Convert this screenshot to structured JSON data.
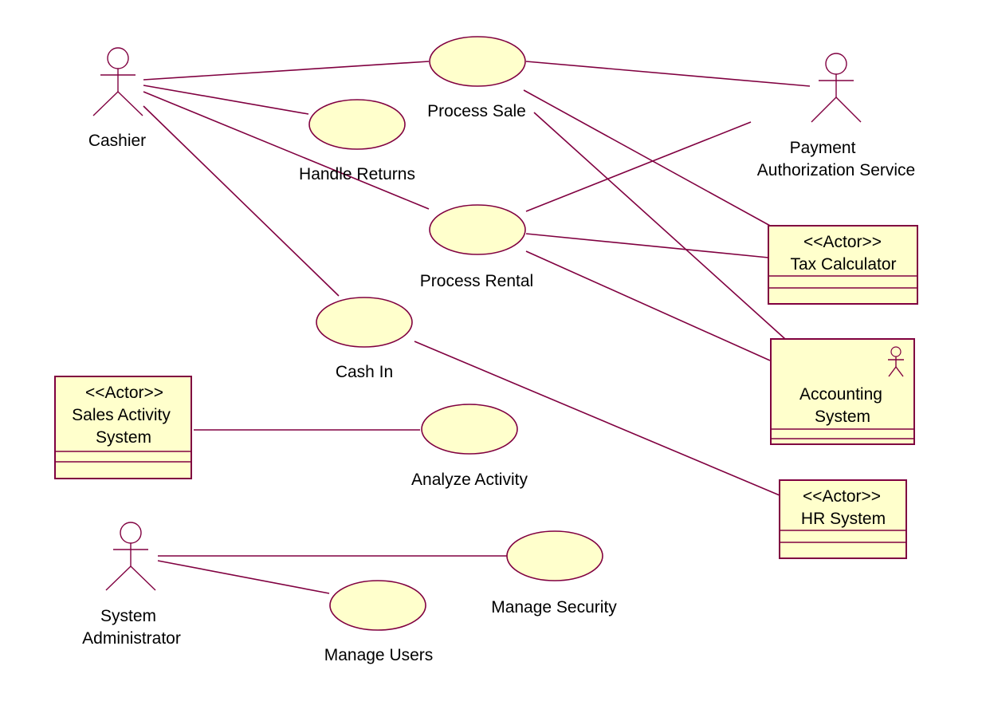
{
  "colors": {
    "line": "#800040",
    "fill": "#ffffcc",
    "background": "#ffffff"
  },
  "actors": {
    "cashier": "Cashier",
    "payment_line1": "Payment",
    "payment_line2": "Authorization Service",
    "sysadmin_line1": "System",
    "sysadmin_line2": "Administrator"
  },
  "use_cases": {
    "process_sale": "Process Sale",
    "handle_returns": "Handle Returns",
    "process_rental": "Process Rental",
    "cash_in": "Cash In",
    "analyze_activity": "Analyze Activity",
    "manage_security": "Manage Security",
    "manage_users": "Manage Users"
  },
  "systems": {
    "tax": {
      "stereotype": "<<Actor>>",
      "name": "Tax Calculator"
    },
    "accounting": {
      "name_line1": "Accounting",
      "name_line2": "System",
      "icon": "actor-icon"
    },
    "sales": {
      "stereotype": "<<Actor>>",
      "name_line1": "Sales Activity",
      "name_line2": "System"
    },
    "hr": {
      "stereotype": "<<Actor>>",
      "name": "HR System"
    }
  }
}
